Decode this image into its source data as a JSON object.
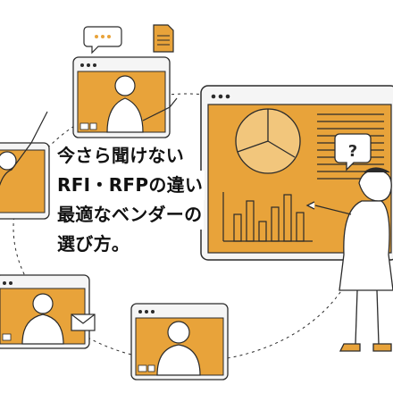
{
  "headline": {
    "line1": "今さら聞けない",
    "line2": "RFI・RFPの違い",
    "line3": "最適なベンダーの",
    "line4": "選び方。"
  },
  "bubble_question": "?",
  "colors": {
    "accent": "#E8A33A",
    "accent_light": "#F2C67C",
    "ink": "#2B2B2B",
    "background": "#FFFFFF"
  },
  "icons": [
    "chat-bubble-icon",
    "document-icon",
    "question-bubble-icon",
    "envelope-icon",
    "pie-chart-icon",
    "bar-chart-icon",
    "video-camera-icon",
    "speaker-icon"
  ]
}
